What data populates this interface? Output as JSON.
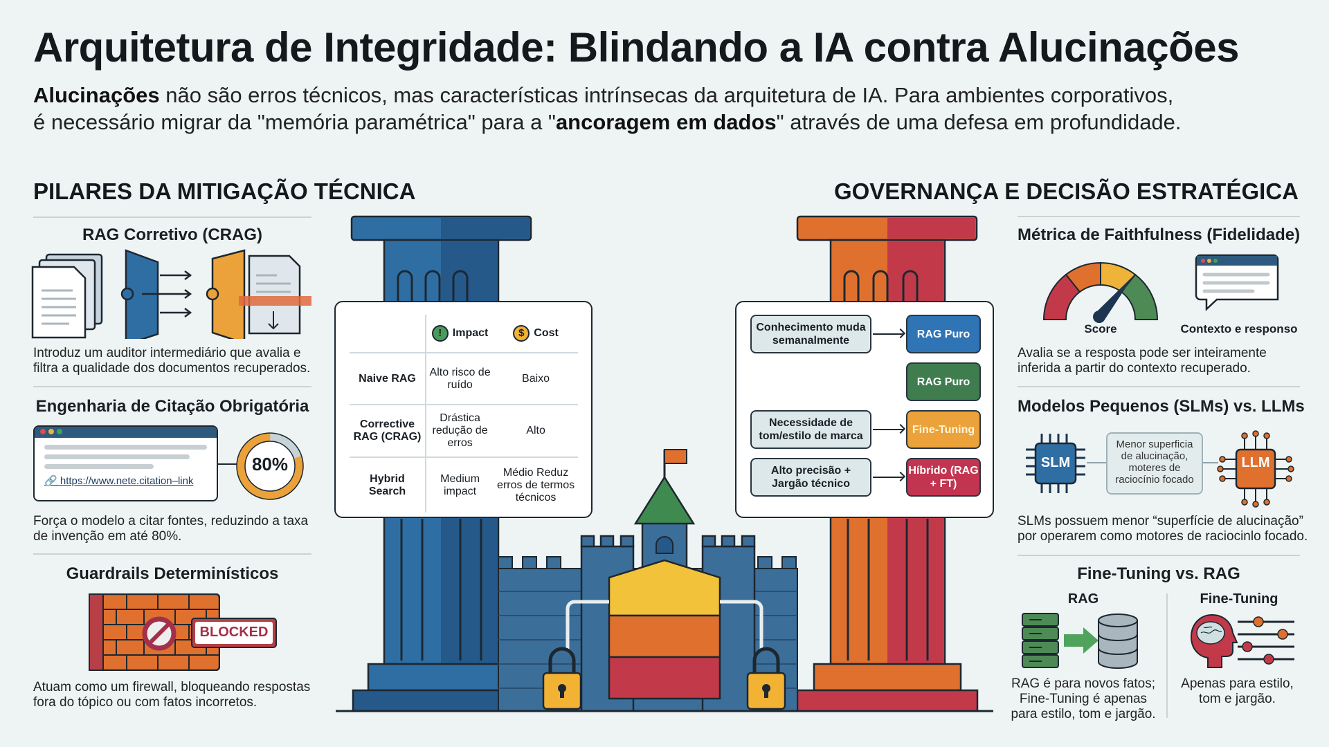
{
  "title": "Arquitetura de Integridade: Blindando a IA contra Alucinações",
  "subtitle": {
    "b1": "Alucinações",
    "t1": " não são erros técnicos, mas características intrínsecas da arquitetura de IA. Para ambientes corporativos,",
    "t2": "é necessário migrar da \"memória paramétrica\" para a \"",
    "b2": "ancoragem em dados",
    "t3": "\" através de uma defesa em profundidade."
  },
  "left": {
    "heading": "PILARES DA MITIGAÇÃO TÉCNICA",
    "crag": {
      "title": "RAG Corretivo (CRAG)",
      "desc": "Introduz um auditor intermediário que avalia e filtra a qualidade dos documentos recuperados."
    },
    "citation": {
      "title": "Engenharia de Citação Obrigatória",
      "link": "https://www.nete.citation–link",
      "percent": "80%",
      "percent_value": 80,
      "desc": "Força o modelo a citar fontes, reduzindo a taxa de invenção em até 80%."
    },
    "guardrails": {
      "title": "Guardrails Determinísticos",
      "badge": "BLOCKED",
      "desc": "Atuam como um firewall, bloqueando respostas fora do tópico ou com fatos incorretos."
    }
  },
  "matrix": {
    "headers": [
      "Impact",
      "Cost"
    ],
    "rows": [
      {
        "name": "Naive RAG",
        "impact": "Alto risco de ruído",
        "cost": "Baixo"
      },
      {
        "name": "Corrective RAG (CRAG)",
        "impact": "Drástica redução de erros",
        "cost": "Alto"
      },
      {
        "name": "Hybrid Search",
        "impact": "Medium impact",
        "cost": "Médio Reduz erros de termos técnicos"
      }
    ]
  },
  "decision": [
    {
      "condition": "Conhecimento muda semanalmente",
      "result": "RAG Puro",
      "color": "#2f74b5"
    },
    {
      "condition": "",
      "result": "RAG Puro",
      "color": "#3f7d4f"
    },
    {
      "condition": "Necessidade de tom/estilo de marca",
      "result": "Fine-Tuning",
      "color": "#eba23a"
    },
    {
      "condition": "Alto precisão + Jargão técnico",
      "result": "Híbrido (RAG + FT)",
      "color": "#c2344f"
    }
  ],
  "right": {
    "heading": "GOVERNANÇA E DECISÃO ESTRATÉGICA",
    "faith": {
      "title": "Métrica de Faithfulness (Fidelidade)",
      "score_label": "Score",
      "context_label": "Contexto e responso",
      "desc": "Avalia se a resposta pode ser inteiramente inferida a partir do contexto recuperado."
    },
    "slm": {
      "title": "Modelos Pequenos (SLMs) vs. LLMs",
      "slm": "SLM",
      "llm": "LLM",
      "note": "Menor superficia de alucinação, moteres de raciocínio focado",
      "desc": "SLMs possuem menor “superfície de alucinação” por operarem como motores de raciocinlo focado."
    },
    "ft": {
      "title": "Fine-Tuning vs. RAG",
      "rag_h": "RAG",
      "ft_h": "Fine-Tuning",
      "rag_desc": "RAG é para novos fatos; Fine-Tuning é apenas para estilo, tom e jargão.",
      "ft_desc": "Apenas para estilo, tom e jargão."
    }
  }
}
